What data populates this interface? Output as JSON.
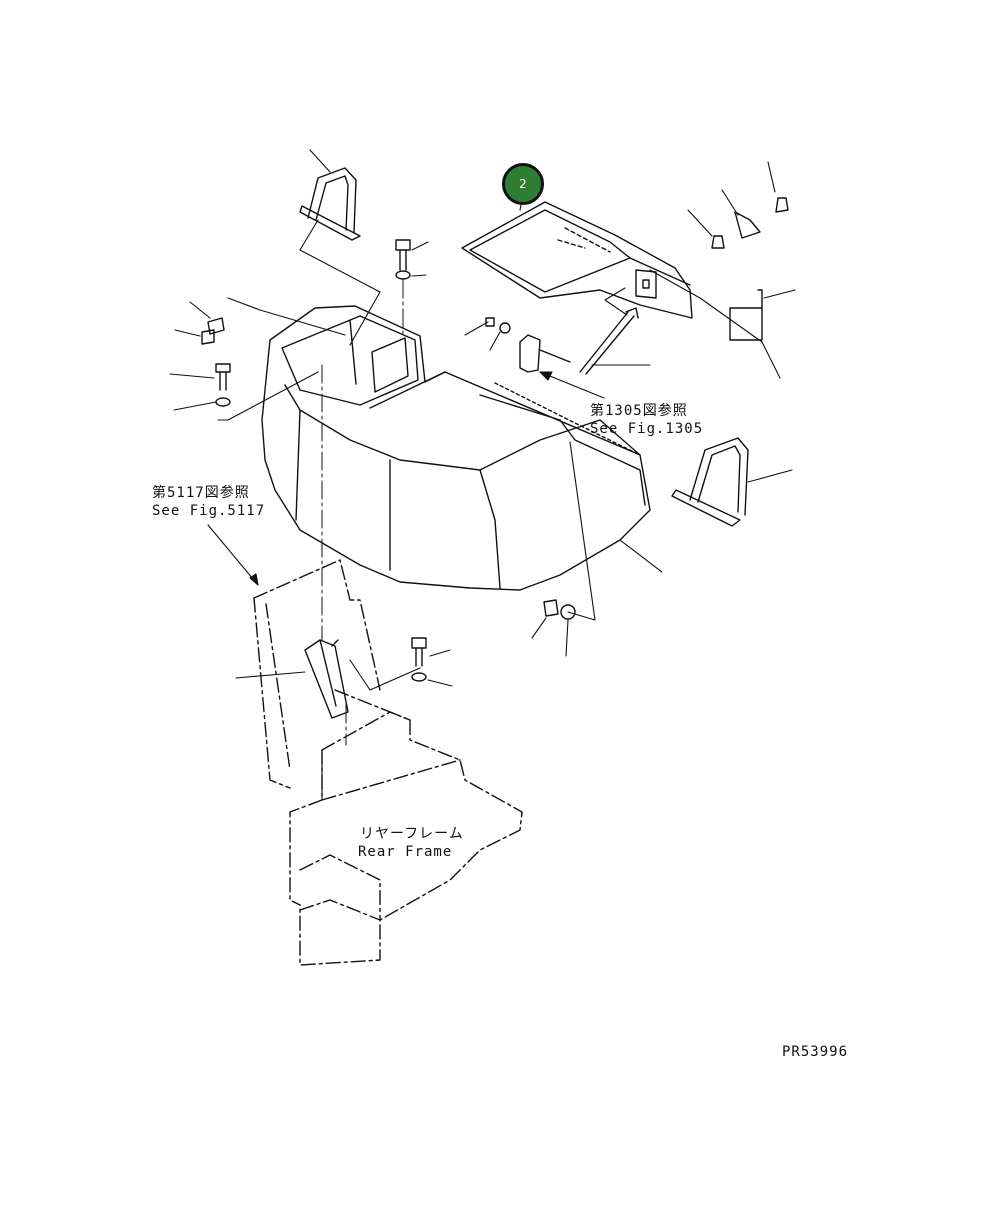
{
  "callout": {
    "number": "2",
    "color": "#2e7d32"
  },
  "refs": {
    "fig1305_jp": "第1305図参照",
    "fig1305_en": "See Fig.1305",
    "fig5117_jp": "第5117図参照",
    "fig5117_en": "See Fig.5117"
  },
  "rear_frame": {
    "jp": "リヤーフレーム",
    "en": "Rear Frame"
  },
  "drawing_code": "PR53996"
}
